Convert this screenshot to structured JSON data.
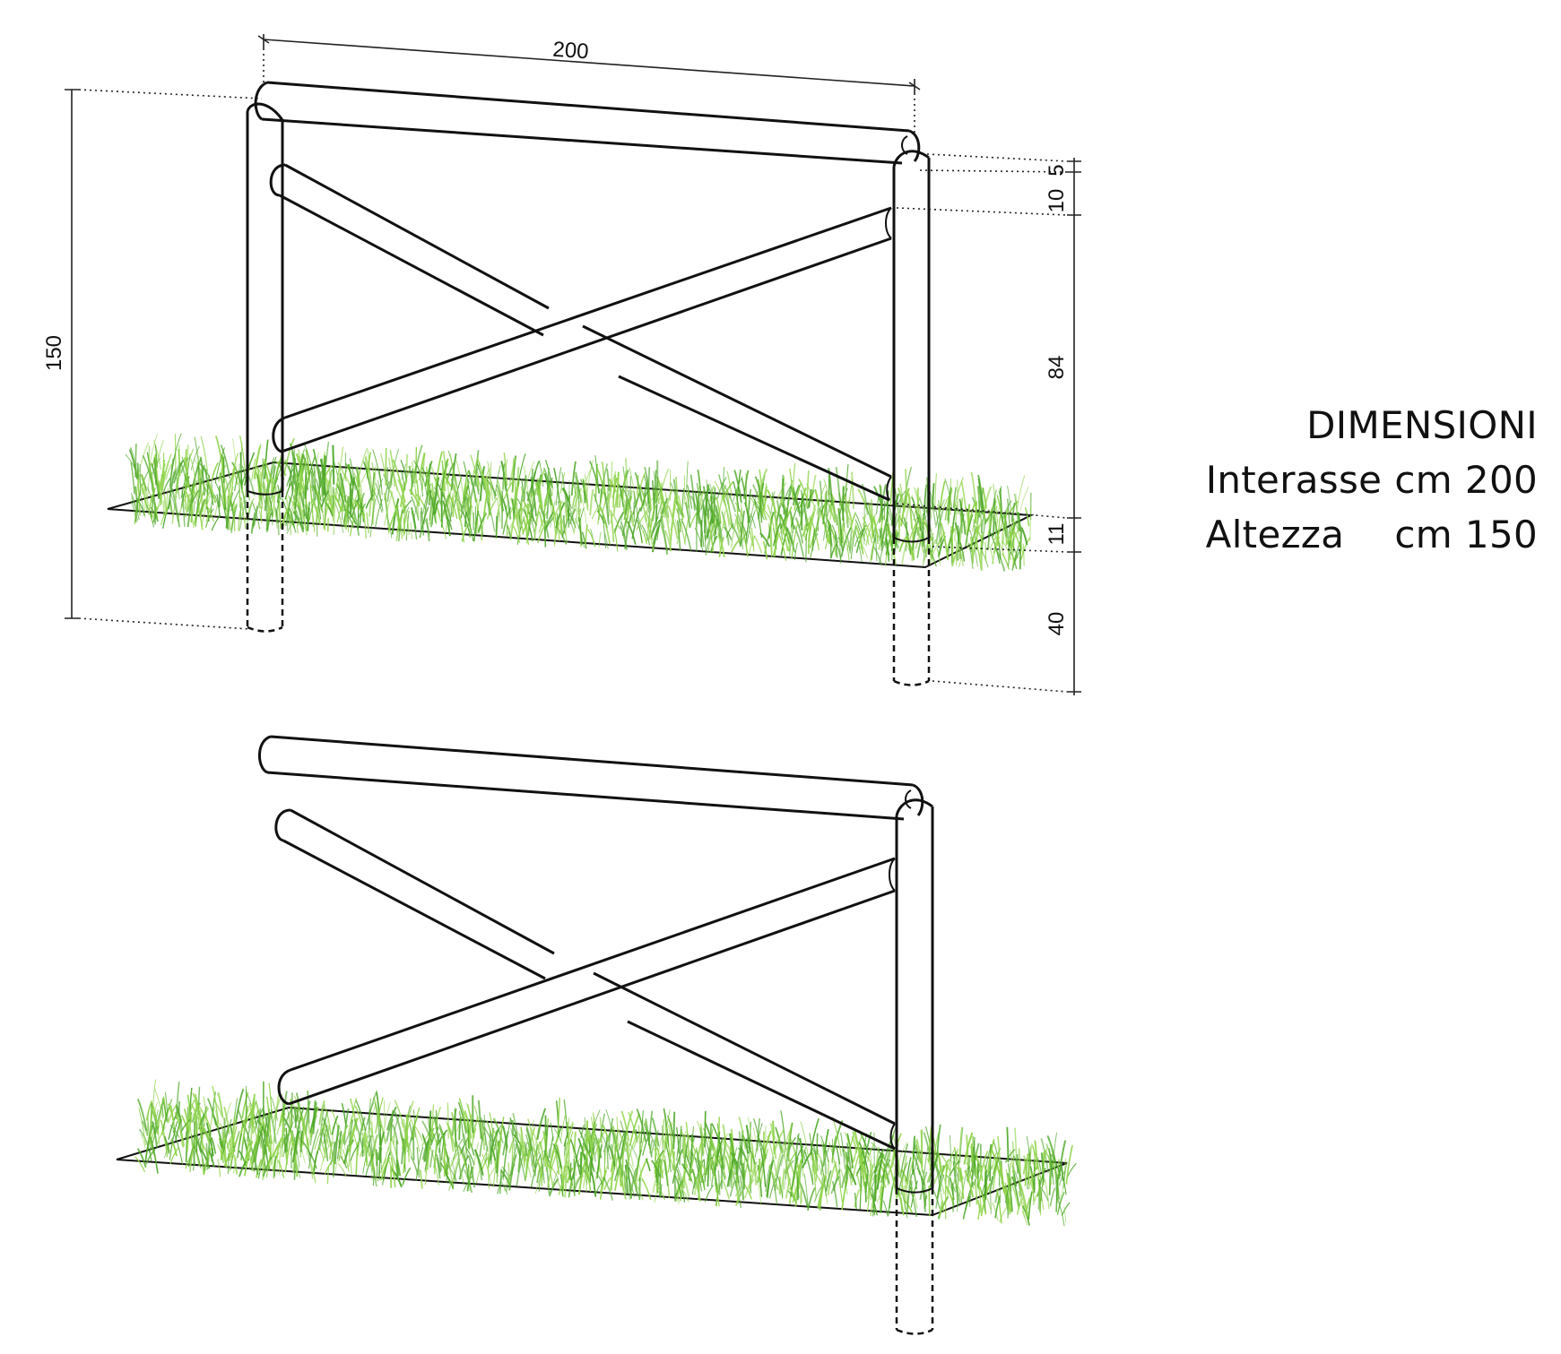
{
  "dimensions": {
    "width_label": "200",
    "height_label": "150",
    "top_rail_label": "5",
    "upper_gap_label": "10",
    "cross_height_label": "84",
    "lower_gap_label": "11",
    "buried_label": "40"
  },
  "legend": {
    "title": "DIMENSIONI",
    "interasse_label": "Interasse",
    "interasse_unit": "cm",
    "interasse_value": "200",
    "altezza_label": "Altezza",
    "altezza_unit": "cm",
    "altezza_value": "150"
  },
  "colors": {
    "line": "#111111",
    "grass_light": "#8fd44a",
    "grass_dark": "#4fa82a",
    "dimension": "#222222"
  }
}
